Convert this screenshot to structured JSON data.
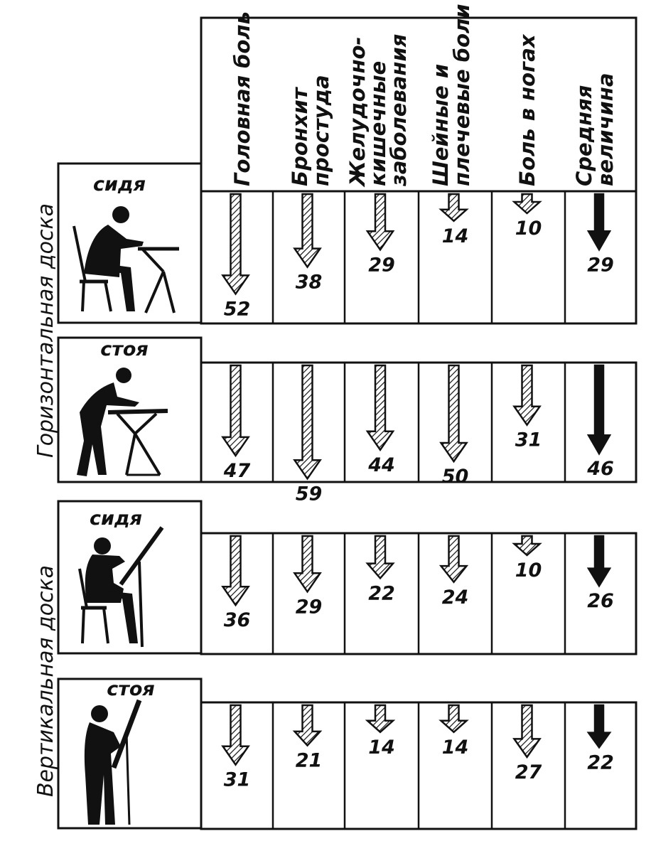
{
  "chart_data": {
    "type": "bar",
    "title": "",
    "xlabel": "",
    "ylabel": "",
    "categories": [
      [
        "Головная боль"
      ],
      [
        "Бронхит",
        "простуда"
      ],
      [
        "Желудочно-",
        "кишечные",
        "заболевания"
      ],
      [
        "Шейные и",
        "плечевые боли"
      ],
      [
        "Боль в ногах"
      ],
      [
        "Средняя",
        "величина"
      ]
    ],
    "groups": [
      {
        "name": "Горизонтальная доска",
        "series_indices": [
          0,
          1
        ]
      },
      {
        "name": "Вертикальная доска",
        "series_indices": [
          2,
          3
        ]
      }
    ],
    "series": [
      {
        "name": "сидя",
        "values": [
          52,
          38,
          29,
          14,
          10,
          29
        ]
      },
      {
        "name": "стоя",
        "values": [
          47,
          59,
          44,
          50,
          31,
          46
        ]
      },
      {
        "name": "сидя",
        "values": [
          36,
          29,
          22,
          24,
          10,
          26
        ]
      },
      {
        "name": "стоя",
        "values": [
          31,
          21,
          14,
          14,
          27,
          22
        ]
      }
    ],
    "ylim": [
      0,
      60
    ],
    "grid": false,
    "legend": "none",
    "colors": {
      "hatched": "#111111",
      "average": "#111111",
      "background": "#ffffff"
    }
  }
}
